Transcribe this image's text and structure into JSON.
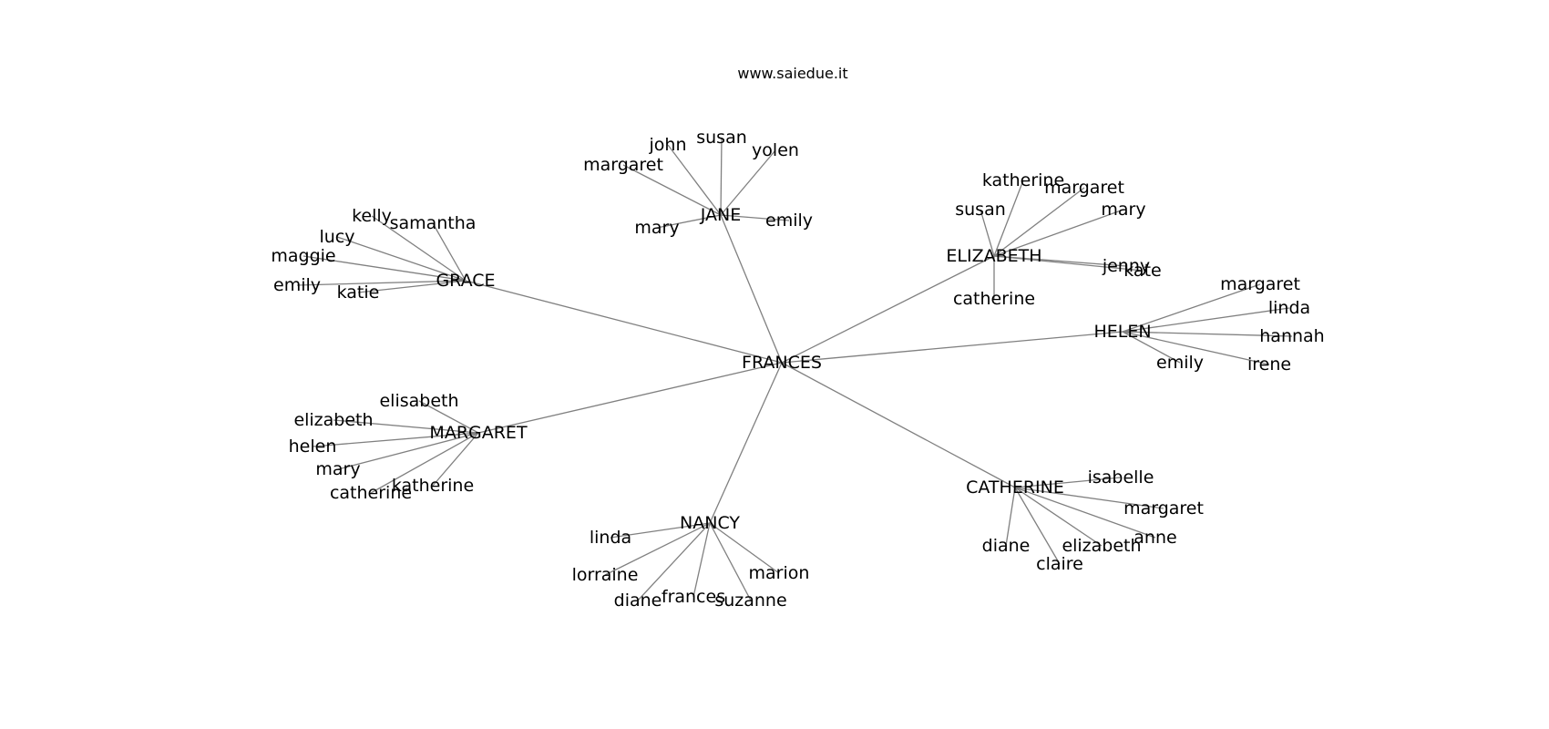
{
  "caption": "www.saiedue.it",
  "colors": {
    "edge": "#808080",
    "label": "#000000",
    "background": "#ffffff"
  },
  "graph": {
    "root": "FRANCES",
    "groups": [
      {
        "name": "JANE",
        "children": [
          "john",
          "susan",
          "yolen",
          "margaret",
          "mary",
          "emily"
        ]
      },
      {
        "name": "GRACE",
        "children": [
          "kelly",
          "samantha",
          "lucy",
          "maggie",
          "emily",
          "katie"
        ]
      },
      {
        "name": "ELIZABETH",
        "children": [
          "katherine",
          "margaret",
          "susan",
          "mary",
          "catherine",
          "jenny",
          "kate"
        ]
      },
      {
        "name": "HELEN",
        "children": [
          "margaret",
          "linda",
          "hannah",
          "irene",
          "emily"
        ]
      },
      {
        "name": "MARGARET",
        "children": [
          "elisabeth",
          "elizabeth",
          "helen",
          "mary",
          "catherine",
          "katherine"
        ]
      },
      {
        "name": "NANCY",
        "children": [
          "linda",
          "lorraine",
          "diane",
          "frances",
          "suzanne",
          "marion"
        ]
      },
      {
        "name": "CATHERINE",
        "children": [
          "isabelle",
          "margaret",
          "anne",
          "elizabeth",
          "claire",
          "diane"
        ]
      }
    ]
  }
}
